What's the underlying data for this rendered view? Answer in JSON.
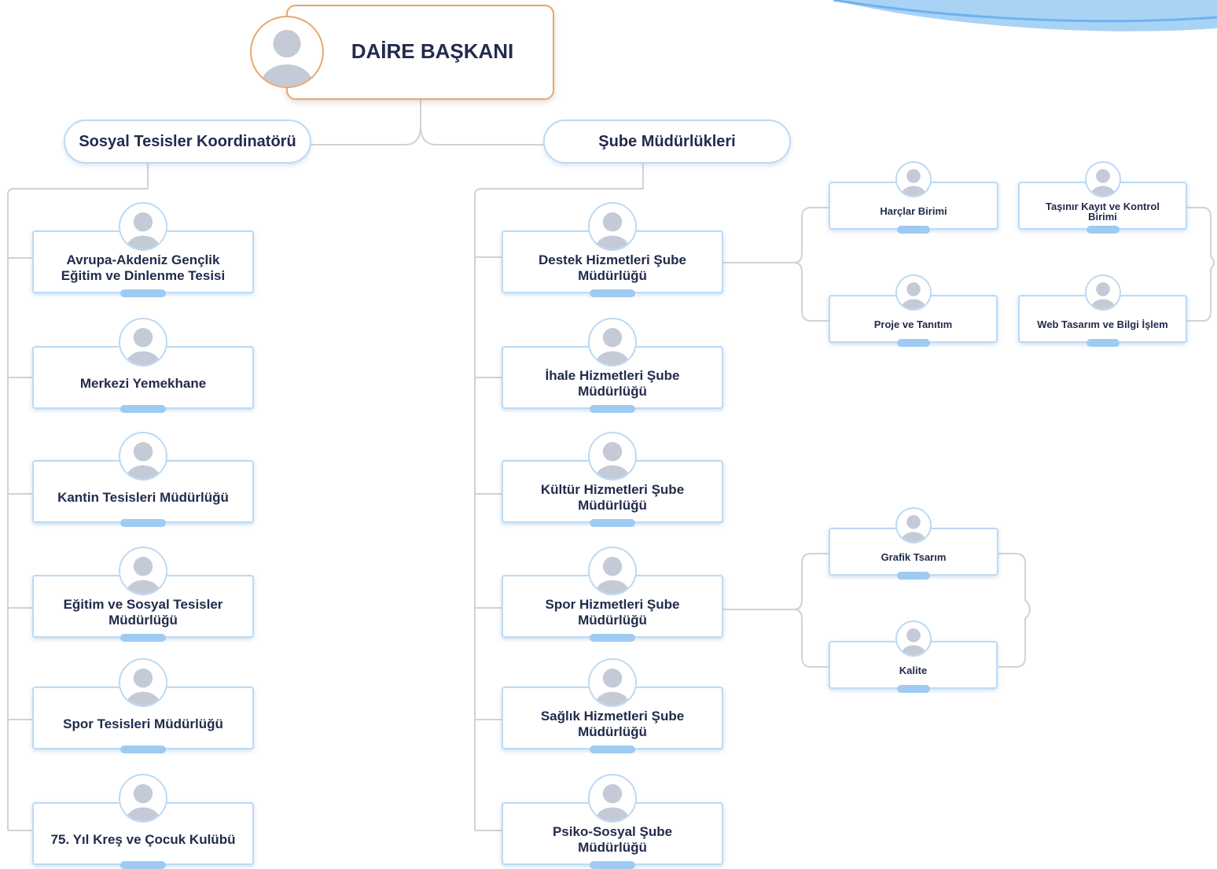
{
  "colors": {
    "head_border": "#e3a870",
    "card_border": "#bcdaf4",
    "tab": "#9fcbf2",
    "text": "#232b4d",
    "connector": "#cfd3d8"
  },
  "head": {
    "title": "DAİRE BAŞKANI"
  },
  "groups": {
    "left": {
      "title": "Sosyal Tesisler Koordinatörü"
    },
    "right": {
      "title": "Şube Müdürlükleri"
    }
  },
  "left_units": [
    "Avrupa-Akdeniz Gençlik\nEğitim ve Dinlenme Tesisi",
    "Merkezi Yemekhane",
    "Kantin Tesisleri Müdürlüğü",
    "Eğitim ve Sosyal Tesisler\nMüdürlüğü",
    "Spor Tesisleri Müdürlüğü",
    "75. Yıl Kreş ve Çocuk Kulübü"
  ],
  "right_units": [
    "Destek Hizmetleri Şube\nMüdürlüğü",
    "İhale Hizmetleri Şube\nMüdürlüğü",
    "Kültür Hizmetleri Şube\nMüdürlüğü",
    "Spor Hizmetleri Şube\nMüdürlüğü",
    "Sağlık Hizmetleri Şube\nMüdürlüğü",
    "Psiko-Sosyal Şube\nMüdürlüğü"
  ],
  "destek_sub": [
    "Harçlar Birimi",
    "Taşınır Kayıt ve Kontrol\nBirimi",
    "Proje ve Tanıtım",
    "Web Tasarım ve Bilgi İşlem"
  ],
  "spor_sub": [
    "Grafik Tsarım",
    "Kalite"
  ]
}
